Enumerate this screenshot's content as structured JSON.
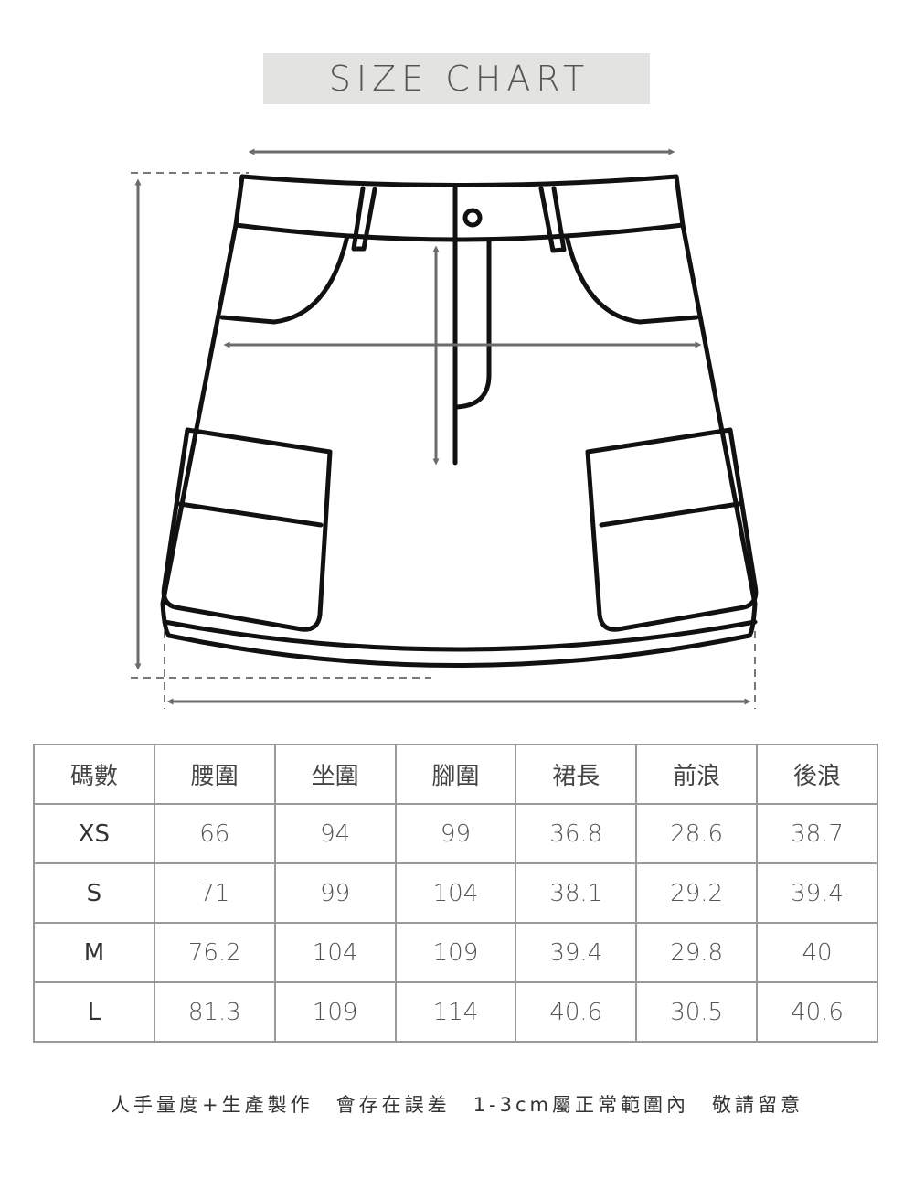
{
  "title": "SIZE CHART",
  "colors": {
    "title_background": "#e3e3e1",
    "outline": "#111111",
    "measure_arrow": "#6b6b6b",
    "table_border": "#9a9a9a"
  },
  "table": {
    "headers": [
      "碼數",
      "腰圍",
      "坐圍",
      "腳圍",
      "裙長",
      "前浪",
      "後浪"
    ],
    "rows": [
      [
        "XS",
        "66",
        "94",
        "99",
        "36.8",
        "28.6",
        "38.7"
      ],
      [
        "S",
        "71",
        "99",
        "104",
        "38.1",
        "29.2",
        "39.4"
      ],
      [
        "M",
        "76.2",
        "104",
        "109",
        "39.4",
        "29.8",
        "40"
      ],
      [
        "L",
        "81.3",
        "109",
        "114",
        "40.6",
        "30.5",
        "40.6"
      ]
    ]
  },
  "footnote": "人手量度+生產製作　會存在誤差　1-3cm屬正常範圍內　敬請留意"
}
